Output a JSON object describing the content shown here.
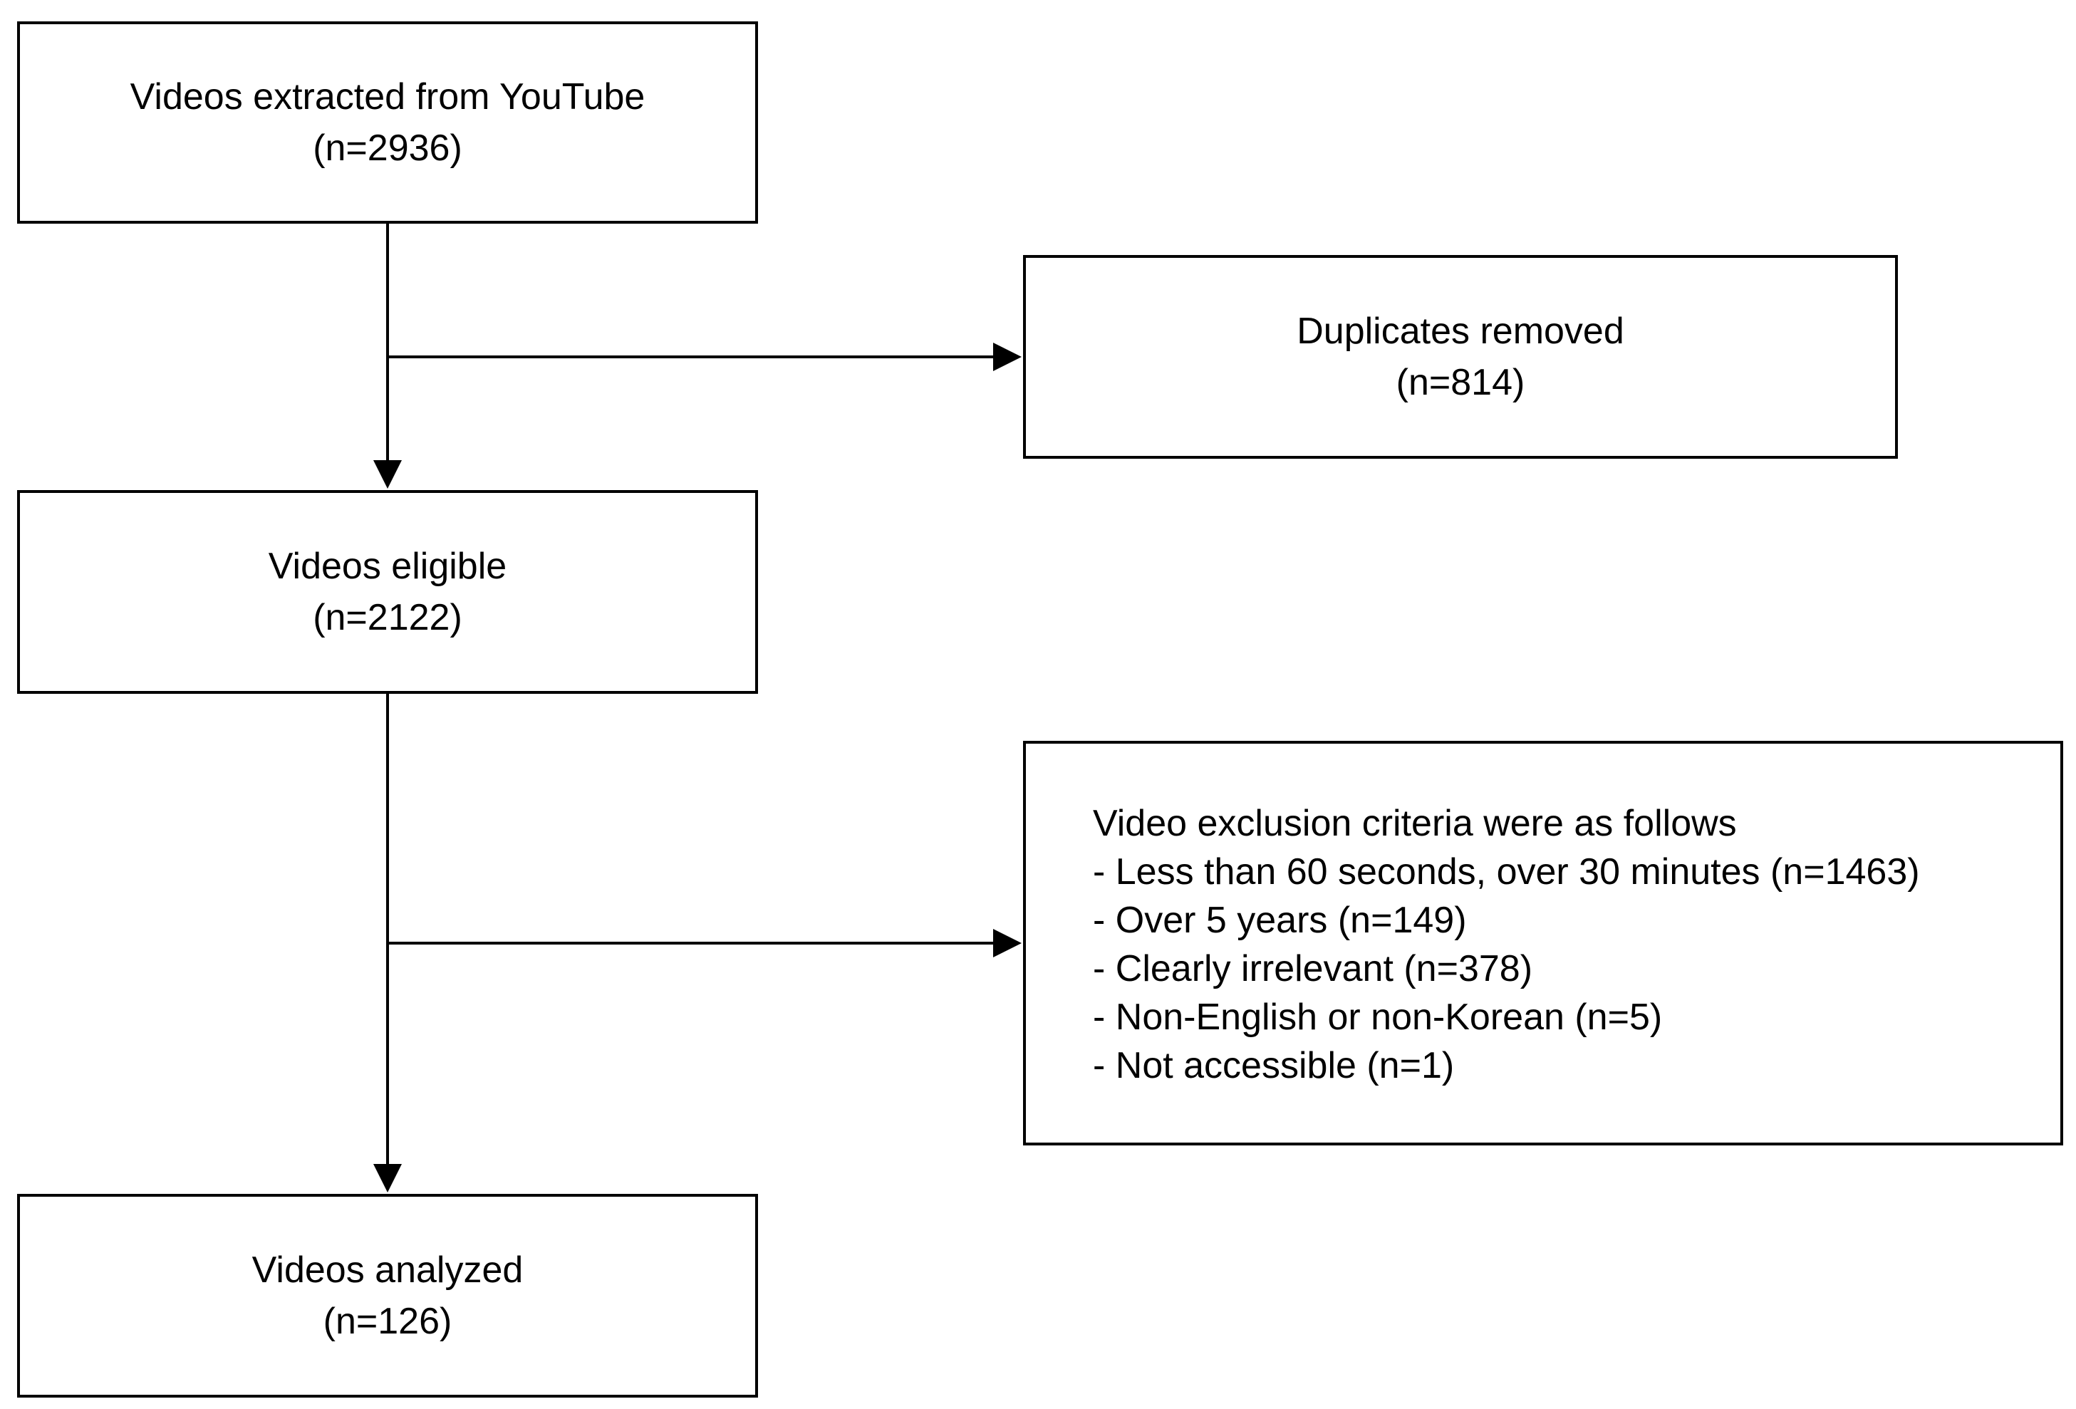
{
  "boxes": {
    "extracted": {
      "label": "Videos extracted from YouTube",
      "count": "(n=2936)"
    },
    "duplicates": {
      "label": "Duplicates removed",
      "count": "(n=814)"
    },
    "eligible": {
      "label": "Videos eligible",
      "count": "(n=2122)"
    },
    "exclusion": {
      "heading": "Video exclusion criteria were as follows",
      "items": [
        "- Less than 60 seconds, over 30 minutes (n=1463)",
        "- Over 5 years (n=149)",
        "- Clearly irrelevant (n=378)",
        "- Non-English or non-Korean (n=5)",
        "- Not accessible (n=1)"
      ]
    },
    "analyzed": {
      "label": "Videos analyzed",
      "count": "(n=126)"
    }
  }
}
